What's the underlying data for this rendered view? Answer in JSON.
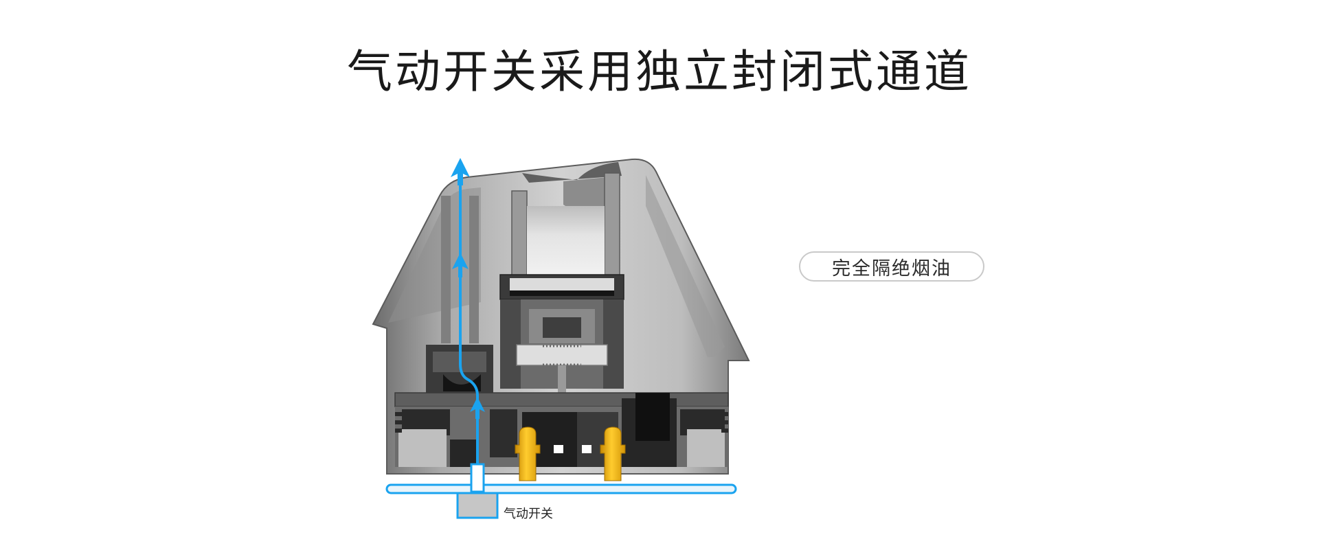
{
  "page": {
    "title": "气动开关采用独立封闭式通道"
  },
  "callouts": {
    "oil_isolation": "完全隔绝烟油",
    "air_switch": "气动开关"
  },
  "colors": {
    "airflow_blue": "#1aa3ef",
    "contact_gold": "#f4b51b",
    "dark_body": "#2b2b2b",
    "shell_gray": "#8a8a8a"
  },
  "icons": [
    "up-arrow-icon"
  ]
}
